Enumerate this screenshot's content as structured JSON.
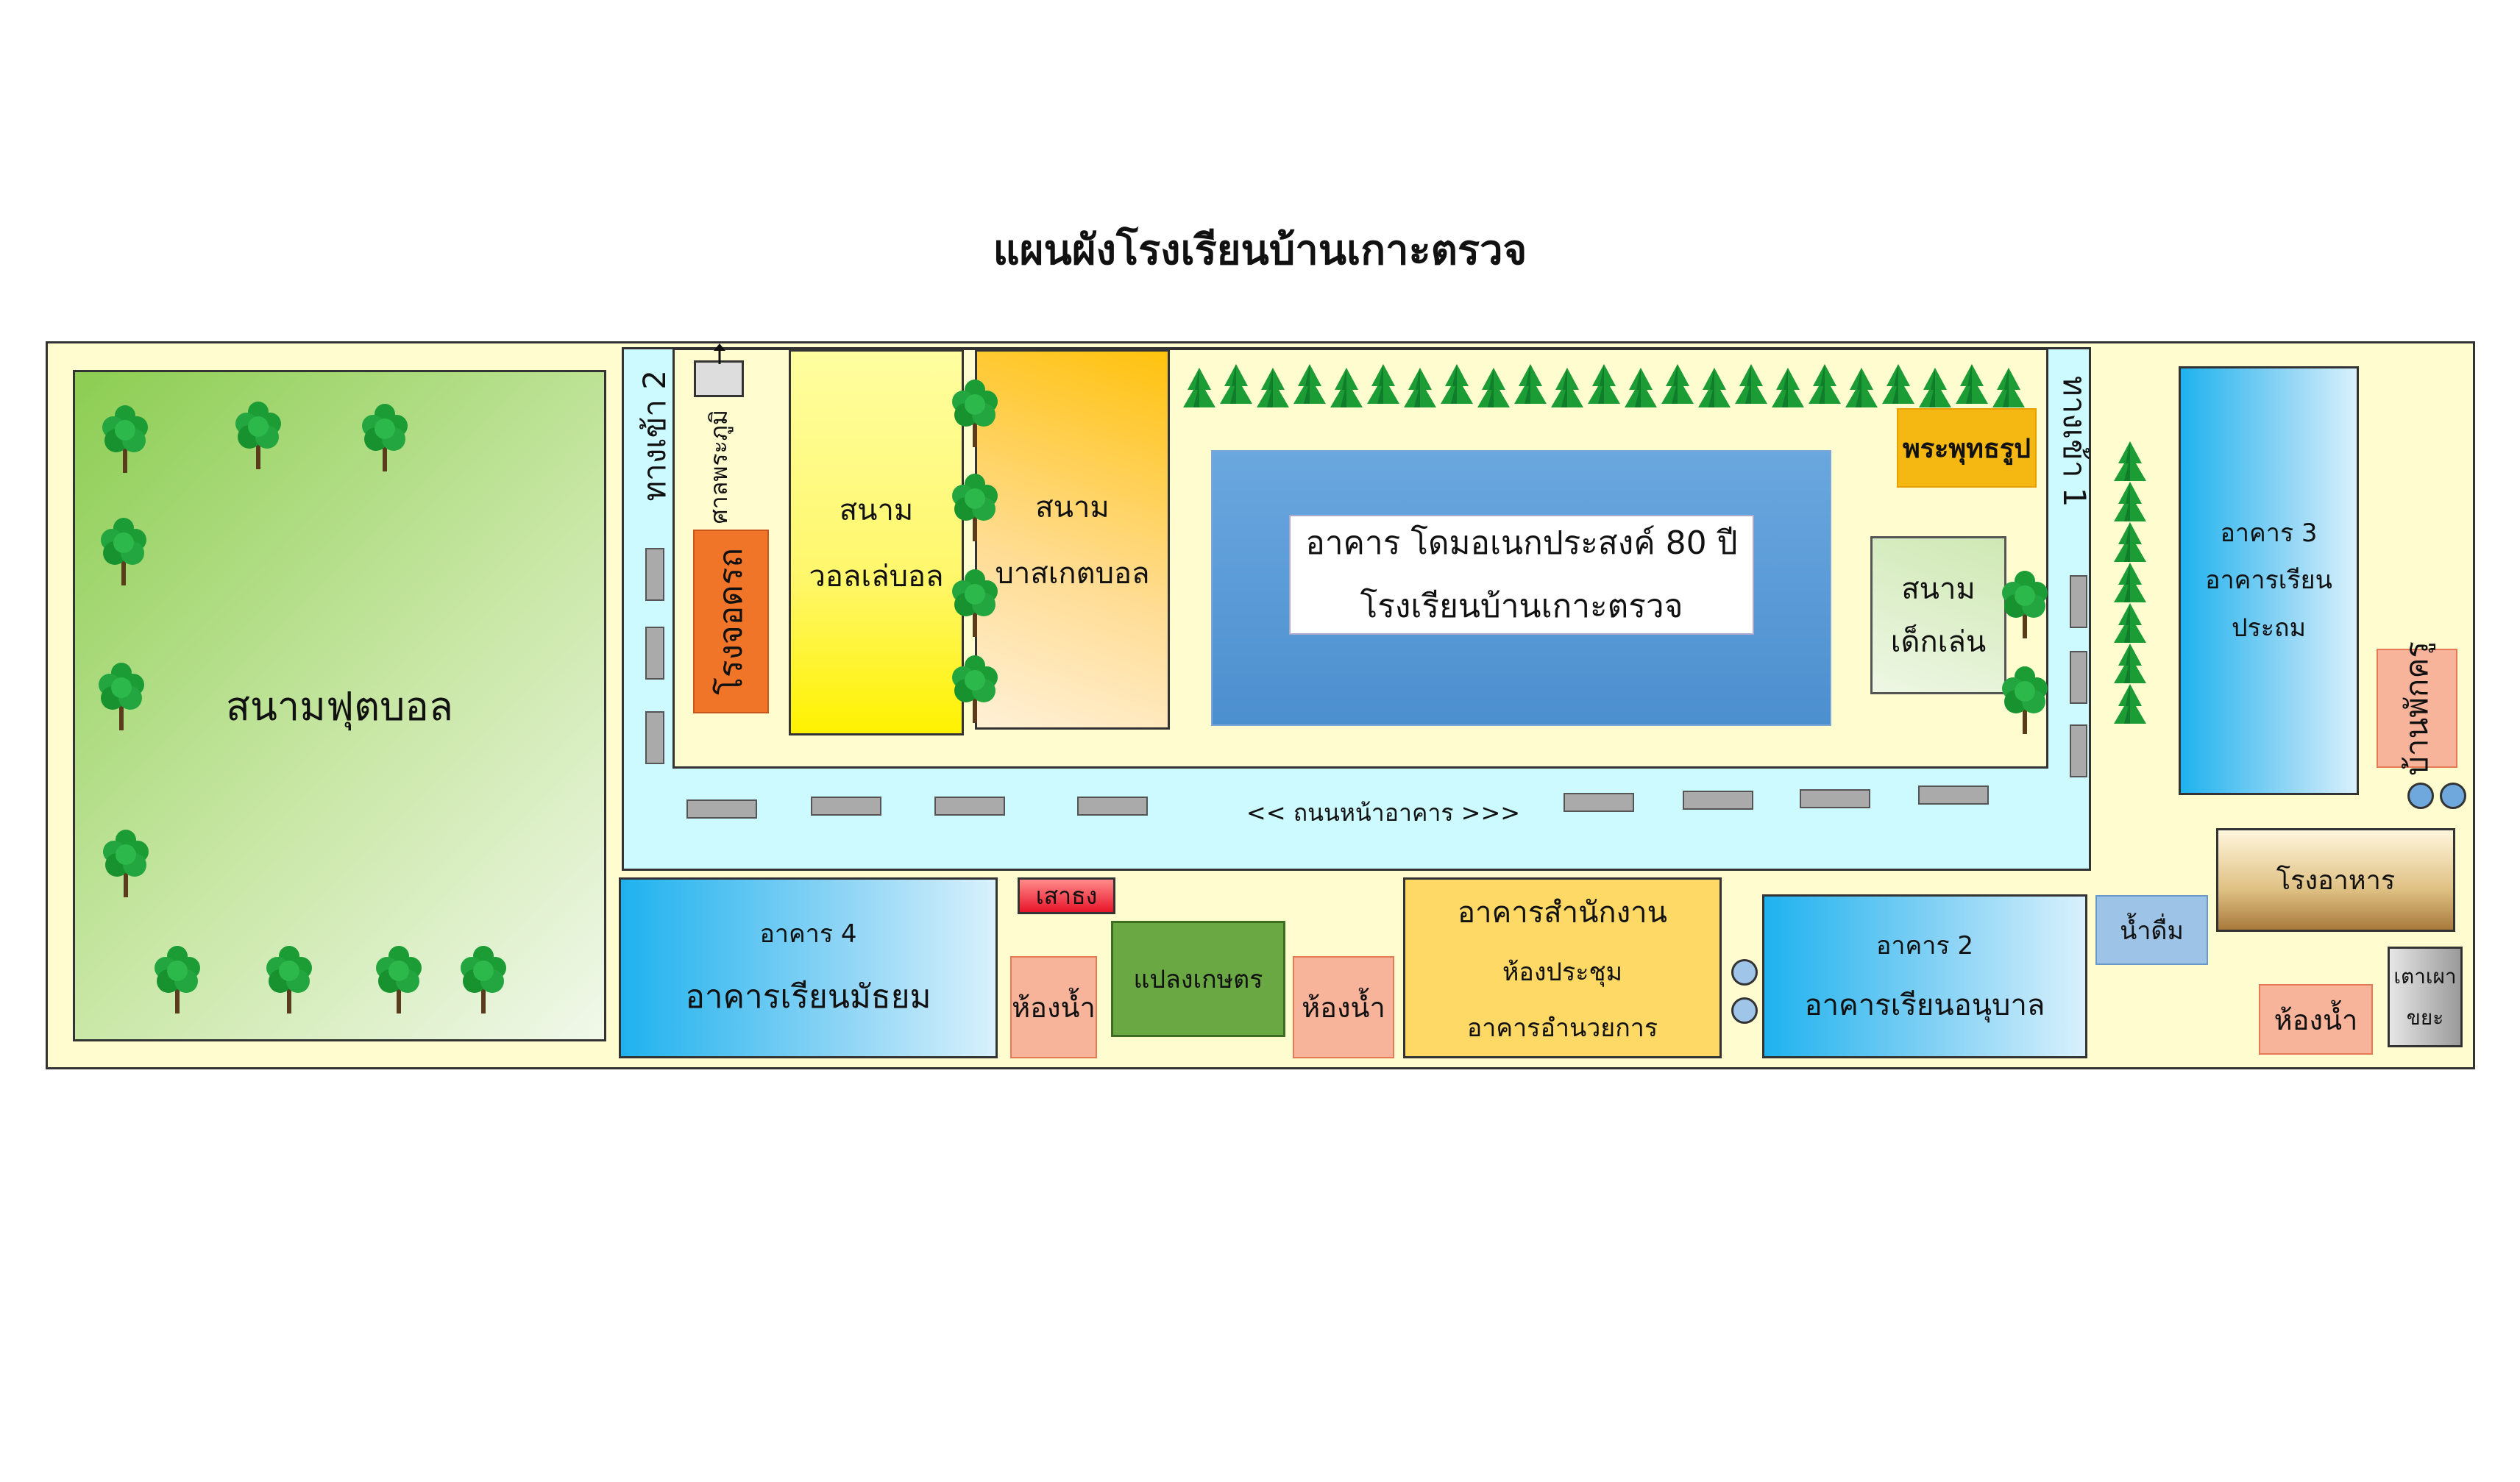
{
  "title": "แผนผังโรงเรียนบ้านเกาะตรวจ",
  "places": {
    "football_field": "สนามฟุตบอล",
    "entrance_2": "ทางเข้า 2",
    "entrance_1": "ทางเข้า 1",
    "spirit_house": "ศาลพระภูมิ",
    "garage": "โรงจอดรถ",
    "volleyball": [
      "สนาม",
      "วอลเล่บอล"
    ],
    "basketball": [
      "สนาม",
      "บาสเกตบอล"
    ],
    "dome": [
      "อาคาร โดมอเนกประสงค์ 80 ปี",
      "โรงเรียนบ้านเกาะตรวจ"
    ],
    "buddha": "พระพุทธรูป",
    "playground": [
      "สนาม",
      "เด็กเล่น"
    ],
    "road": "<< ถนนหน้าอาคาร >>>",
    "building_3": [
      "อาคาร 3",
      "อาคารเรียน",
      "ประถม"
    ],
    "teacher_house": "บ้านพักครู",
    "building_4": [
      "อาคาร 4",
      "อาคารเรียนมัธยม"
    ],
    "flagpole": "เสาธง",
    "farm": "แปลงเกษตร",
    "toilet": "ห้องน้ำ",
    "office": [
      "อาคารสำนักงาน",
      "ห้องประชุม",
      "อาคารอำนวยการ"
    ],
    "building_2": [
      "อาคาร 2",
      "อาคารเรียนอนุบาล"
    ],
    "drinking_water": "น้ำดื่ม",
    "canteen": "โรงอาหาร",
    "incinerator": [
      "เตาเผา",
      "ขยะ"
    ]
  },
  "colors": {
    "campus": "#fffdd0",
    "road": "#ccfaff",
    "trees": "#1b9c35",
    "buildings": "#1fb2ee",
    "office": "#ffd966",
    "garage": "#f07529",
    "toilet": "#f8b39b"
  }
}
